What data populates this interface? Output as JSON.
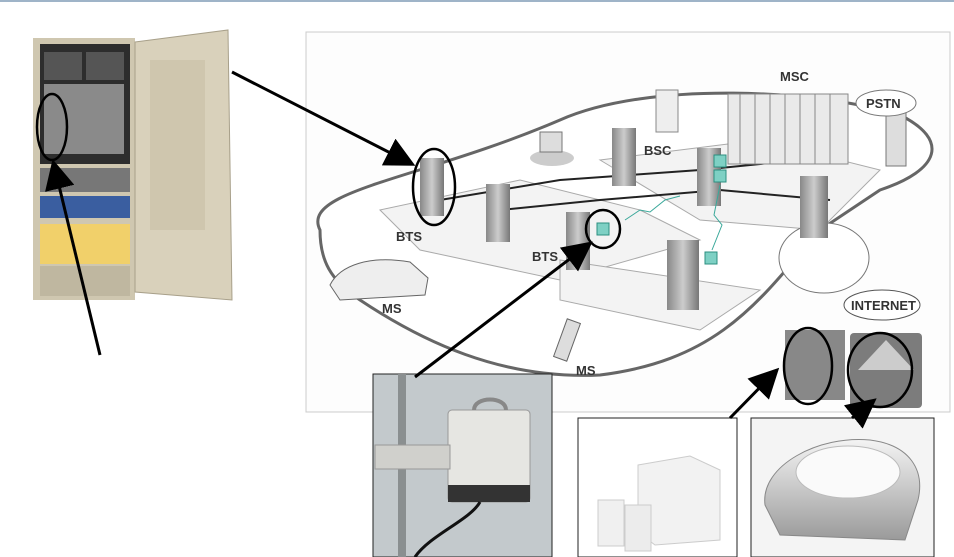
{
  "diagram": {
    "labels": {
      "msc": "MSC",
      "pstn": "PSTN",
      "bsc": "BSC",
      "bts_left": "BTS",
      "bts_center": "BTS",
      "ms_car": "MS",
      "ms_phone": "MS",
      "internet": "INTERNET"
    }
  },
  "colors": {
    "accent_teal": "#3aa89a",
    "arrow": "#000000",
    "cabinet": "#d8cfb8"
  }
}
